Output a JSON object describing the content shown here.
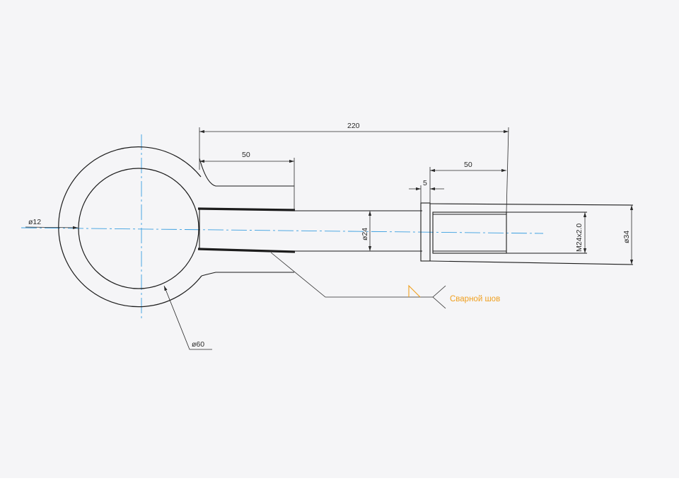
{
  "drawing": {
    "dimensions": {
      "overall_length": "220",
      "eye_straight": "50",
      "thread_length": "50",
      "collar_width": "5",
      "hole_dia": "ø12",
      "shank_dia": "ø24",
      "thread": "M24x2.0",
      "collar_dia": "ø34",
      "eye_dia": "ø60"
    },
    "weld_label": "Сварной шов",
    "colors": {
      "outline": "#1c1c1c",
      "dimension": "#2a2a2a",
      "centerline": "#3a9fe0",
      "weld": "#f0a020",
      "paper": "#f4f4f6"
    }
  }
}
